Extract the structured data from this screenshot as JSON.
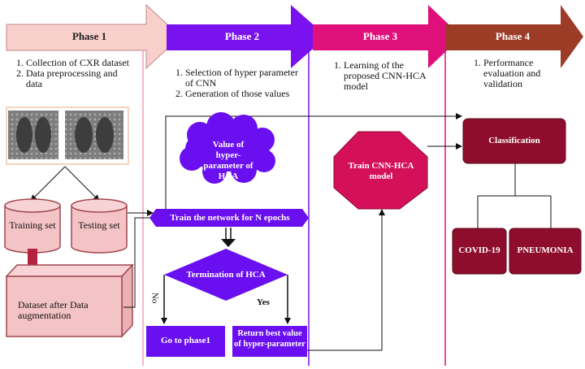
{
  "phases": [
    {
      "label": "Phase 1",
      "items": [
        "Collection of CXR dataset",
        "Data preprocessing and data"
      ]
    },
    {
      "label": "Phase 2",
      "items": [
        "Selection of hyper parameter of CNN",
        "Generation of those values"
      ]
    },
    {
      "label": "Phase 3",
      "items": [
        "Learning of the proposed CNN-HCA model"
      ]
    },
    {
      "label": "Phase 4",
      "items": [
        "Performance evaluation and validation"
      ]
    }
  ],
  "nodes": {
    "training_set": "Training set",
    "testing_set": "Testing set",
    "augmented": "Dataset after Data augmentation",
    "cloud": "Value of hyper-parameter of HCA",
    "train_network": "Train the network for N epochs",
    "termination": "Termination of HCA",
    "go_phase1": "Go to phase1",
    "return_best": "Return best value of hyper-parameter",
    "train_model": "Train CNN-HCA model",
    "classification": "Classification",
    "covid": "COVID-19",
    "pneumonia": "PNEUMONIA"
  },
  "edge_labels": {
    "no": "No",
    "yes": "Yes"
  },
  "colors": {
    "phase1": "#f7cfcb",
    "phase2": "#7a12f0",
    "phase3": "#e0107a",
    "phase4": "#9c3c27",
    "cylinder": "#f4c3c5",
    "cylinder_stroke": "#a14650",
    "purple": "#6a0ff0",
    "crimson": "#d4105a",
    "maroon": "#8e0d2c"
  }
}
